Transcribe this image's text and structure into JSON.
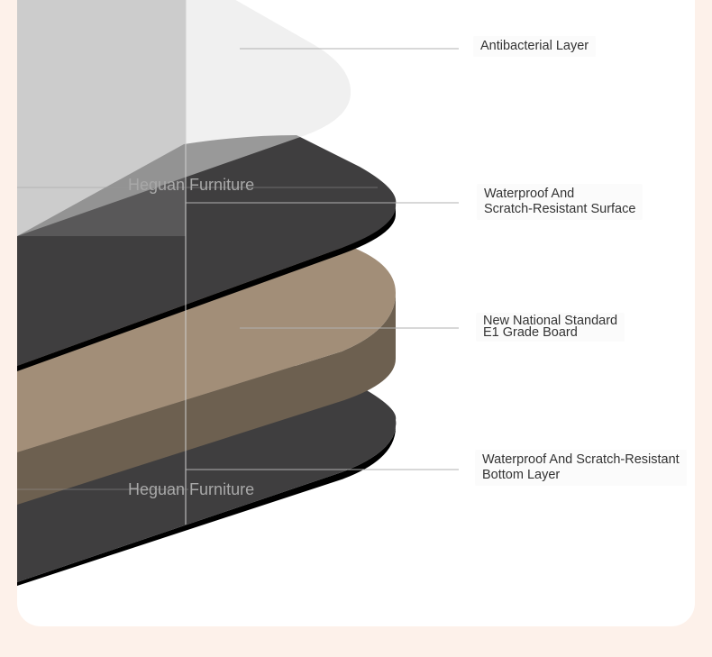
{
  "diagram": {
    "layers": [
      {
        "id": "antibacterial",
        "label_lines": [
          "Antibacterial Layer"
        ]
      },
      {
        "id": "waterproof-surface",
        "label_lines": [
          "Waterproof And",
          "Scratch-Resistant Surface"
        ]
      },
      {
        "id": "e1-board",
        "label_lines": [
          "New National Standard",
          "E1 Grade Board"
        ]
      },
      {
        "id": "bottom-layer",
        "label_lines": [
          "Waterproof And Scratch-Resistant",
          "Bottom Layer"
        ]
      }
    ],
    "watermarks": [
      "Heguan Furniture",
      "Heguan Furniture"
    ],
    "colors": {
      "background": "#fdf1ea",
      "card": "#ffffff",
      "antibacterial": "#e4e4e4",
      "dark_layer": "#3f3e3f",
      "board_top": "#a28e78",
      "board_side": "#6d6050",
      "edge": "#000000",
      "leader_line": "#b0b0b0"
    }
  }
}
